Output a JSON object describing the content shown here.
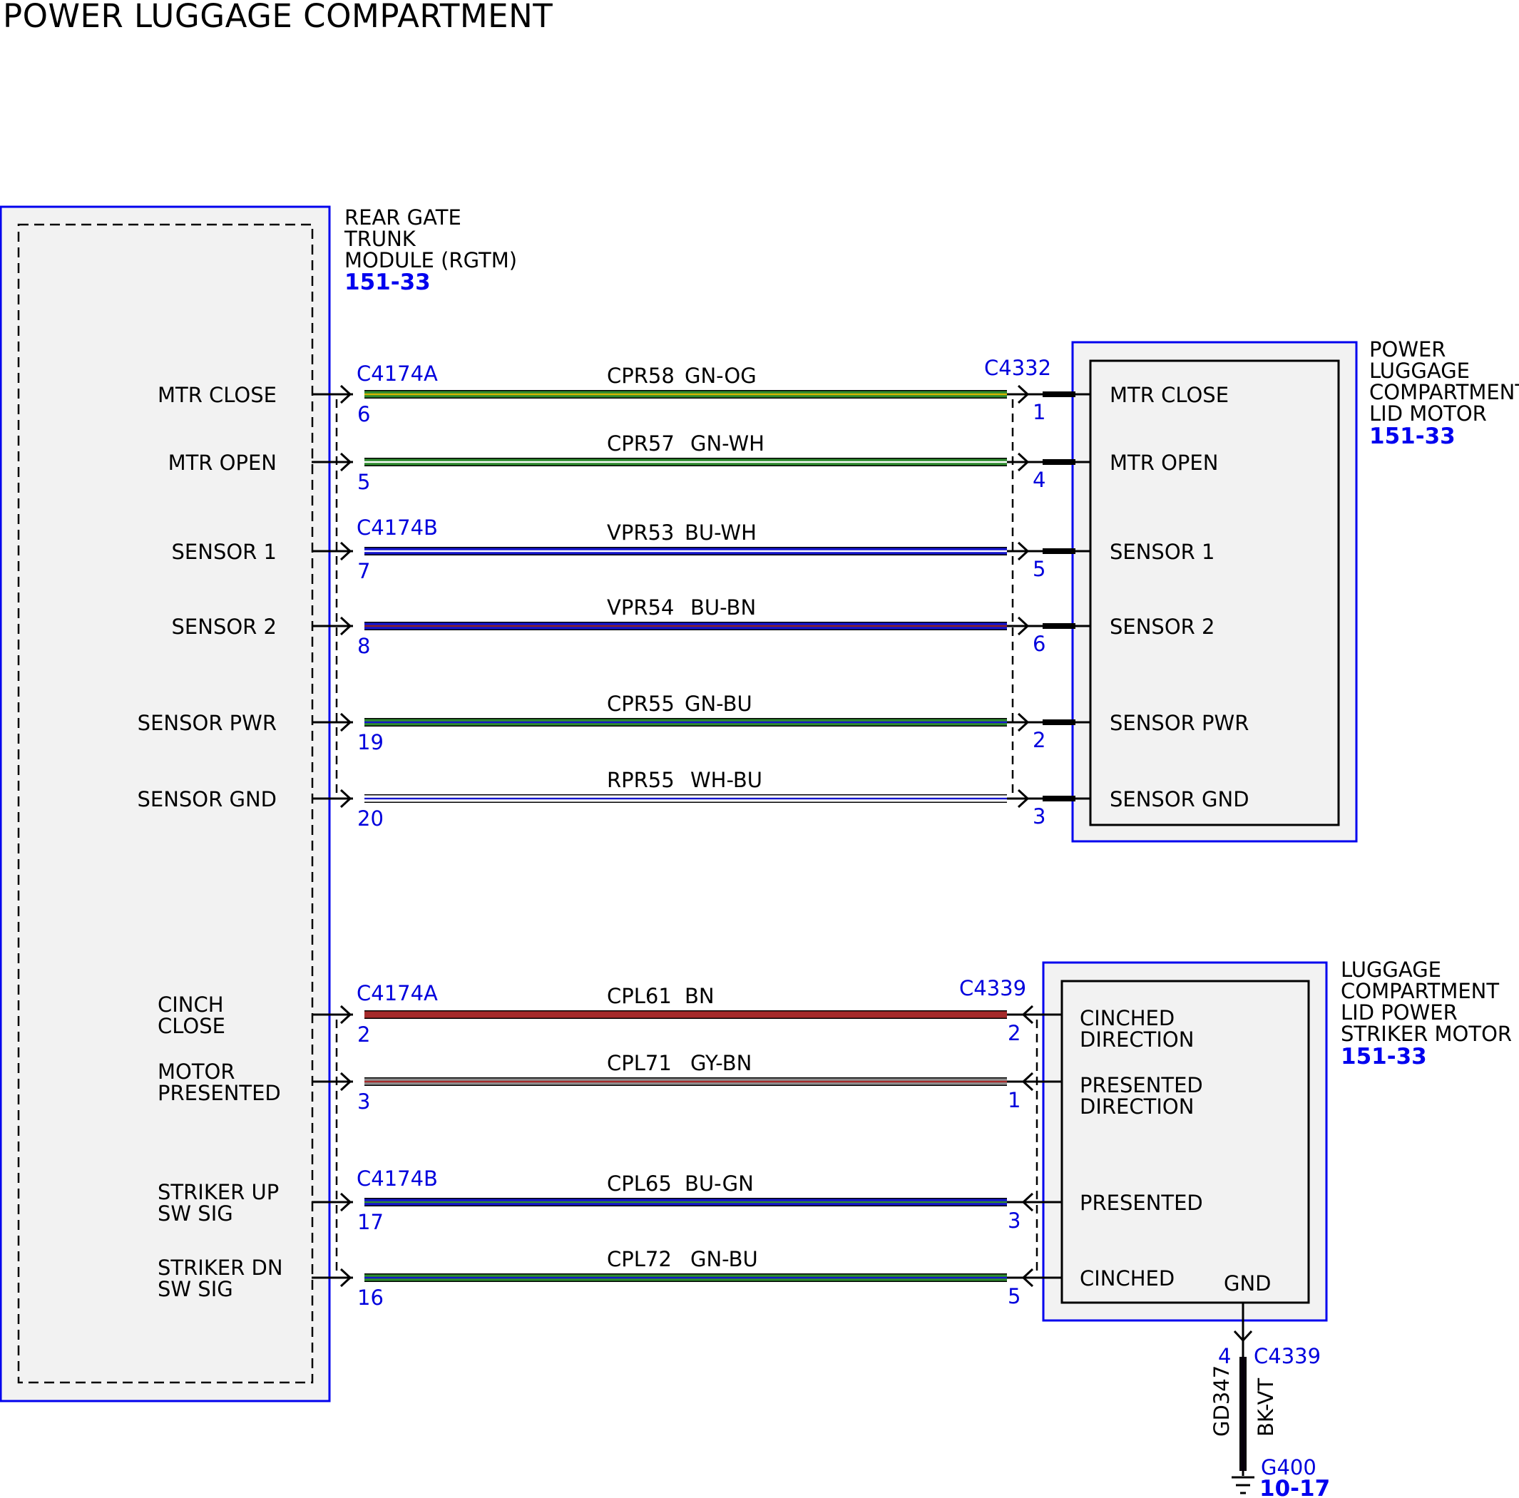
{
  "title": "POWER LUGGAGE COMPARTMENT",
  "rgtm": {
    "name_lines": [
      "REAR GATE",
      "TRUNK",
      "MODULE (RGTM)"
    ],
    "ref": "151-33"
  },
  "motor": {
    "name_lines": [
      "POWER",
      "LUGGAGE",
      "COMPARTMENT",
      "LID MOTOR"
    ],
    "ref": "151-33"
  },
  "striker": {
    "name_lines": [
      "LUGGAGE",
      "COMPARTMENT",
      "LID POWER",
      "STRIKER MOTOR"
    ],
    "ref": "151-33"
  },
  "connectors": {
    "top_left_a": "C4174A",
    "top_left_b": "C4174B",
    "bottom_left_a": "C4174A",
    "bottom_left_b": "C4174B",
    "motor": "C4332",
    "striker": "C4339"
  },
  "wires": [
    {
      "left_label": [
        "MTR CLOSE"
      ],
      "left_pin": "6",
      "circuit": "CPR58",
      "color_code": "GN-OG",
      "right_pin": "1",
      "right_label": [
        "MTR CLOSE"
      ],
      "colors": [
        "#2e8b2e",
        "#d4b400"
      ]
    },
    {
      "left_label": [
        "MTR OPEN"
      ],
      "left_pin": "5",
      "circuit": "CPR57",
      "color_code": "GN-WH",
      "right_pin": "4",
      "right_label": [
        "MTR OPEN"
      ],
      "colors": [
        "#2e8b2e",
        "#ffffff"
      ]
    },
    {
      "left_label": [
        "SENSOR 1"
      ],
      "left_pin": "7",
      "circuit": "VPR53",
      "color_code": "BU-WH",
      "right_pin": "5",
      "right_label": [
        "SENSOR 1"
      ],
      "colors": [
        "#1515cc",
        "#ffffff"
      ]
    },
    {
      "left_label": [
        "SENSOR 2"
      ],
      "left_pin": "8",
      "circuit": "VPR54",
      "color_code": "BU-BN",
      "right_pin": "6",
      "right_label": [
        "SENSOR 2"
      ],
      "colors": [
        "#1515cc",
        "#8b2020"
      ]
    },
    {
      "left_label": [
        "SENSOR PWR"
      ],
      "left_pin": "19",
      "circuit": "CPR55",
      "color_code": "GN-BU",
      "right_pin": "2",
      "right_label": [
        "SENSOR PWR"
      ],
      "colors": [
        "#2e8b2e",
        "#1515cc"
      ]
    },
    {
      "left_label": [
        "SENSOR GND"
      ],
      "left_pin": "20",
      "circuit": "RPR55",
      "color_code": "WH-BU",
      "right_pin": "3",
      "right_label": [
        "SENSOR GND"
      ],
      "colors": [
        "#ffffff",
        "#1515cc"
      ]
    },
    {
      "left_label": [
        "CINCH",
        "CLOSE"
      ],
      "left_pin": "2",
      "circuit": "CPL61",
      "color_code": "BN",
      "right_pin": "2",
      "right_label": [
        "CINCHED",
        "DIRECTION"
      ],
      "colors": [
        "#a52a2a",
        "#a52a2a"
      ]
    },
    {
      "left_label": [
        "MOTOR",
        "PRESENTED"
      ],
      "left_pin": "3",
      "circuit": "CPL71",
      "color_code": "GY-BN",
      "right_pin": "1",
      "right_label": [
        "PRESENTED",
        "DIRECTION"
      ],
      "colors": [
        "#909090",
        "#a52a2a"
      ]
    },
    {
      "left_label": [
        "STRIKER UP",
        "SW SIG"
      ],
      "left_pin": "17",
      "circuit": "CPL65",
      "color_code": "BU-GN",
      "right_pin": "3",
      "right_label": [
        "PRESENTED"
      ],
      "colors": [
        "#1515cc",
        "#2e8b2e"
      ]
    },
    {
      "left_label": [
        "STRIKER DN",
        "SW SIG"
      ],
      "left_pin": "16",
      "circuit": "CPL72",
      "color_code": "GN-BU",
      "right_pin": "5",
      "right_label": [
        "CINCHED"
      ],
      "colors": [
        "#2e8b2e",
        "#1515cc"
      ]
    }
  ],
  "ground": {
    "pin_label": "GND",
    "pin": "4",
    "connector": "C4339",
    "circuit": "GD347",
    "color_code": "BK-VT",
    "ground_id": "G400",
    "ref": "10-17"
  },
  "palette": {
    "component_outline": "#0000ee",
    "component_fill": "#f2f2f2",
    "link_text": "#0000dd"
  }
}
